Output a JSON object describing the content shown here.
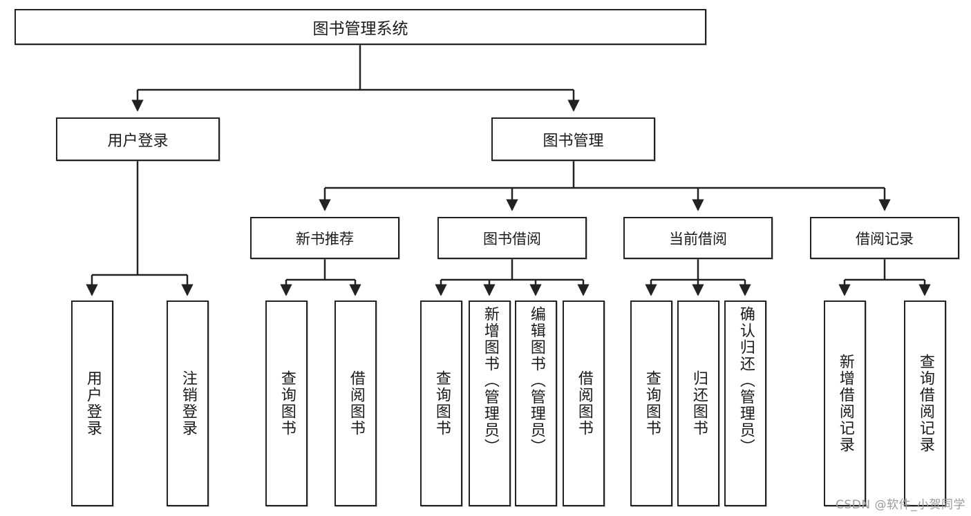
{
  "diagram": {
    "type": "tree-hierarchy",
    "title": "图书管理系统",
    "root": {
      "label": "图书管理系统"
    },
    "level2": [
      {
        "label": "用户登录"
      },
      {
        "label": "图书管理"
      }
    ],
    "level3": [
      {
        "label": "新书推荐"
      },
      {
        "label": "图书借阅"
      },
      {
        "label": "当前借阅"
      },
      {
        "label": "借阅记录"
      }
    ],
    "leaves": {
      "user_login": [
        {
          "label": "用户登录"
        },
        {
          "label": "注销登录"
        }
      ],
      "new_book_recommend": [
        {
          "label": "查询图书"
        },
        {
          "label": "借阅图书"
        }
      ],
      "book_borrow": [
        {
          "label": "查询图书"
        },
        {
          "label": "新增图书（管理员）"
        },
        {
          "label": "编辑图书（管理员）"
        },
        {
          "label": "借阅图书"
        }
      ],
      "current_borrow": [
        {
          "label": "查询图书"
        },
        {
          "label": "归还图书"
        },
        {
          "label": "确认归还（管理员）"
        }
      ],
      "borrow_record": [
        {
          "label": "新增借阅记录"
        },
        {
          "label": "查询借阅记录"
        }
      ]
    }
  },
  "watermark": {
    "text": "CSDN @软件_小贺同学"
  },
  "colors": {
    "stroke": "#222222",
    "background": "#ffffff",
    "text": "#1a1a1a",
    "watermark": "#9b9b9b"
  }
}
